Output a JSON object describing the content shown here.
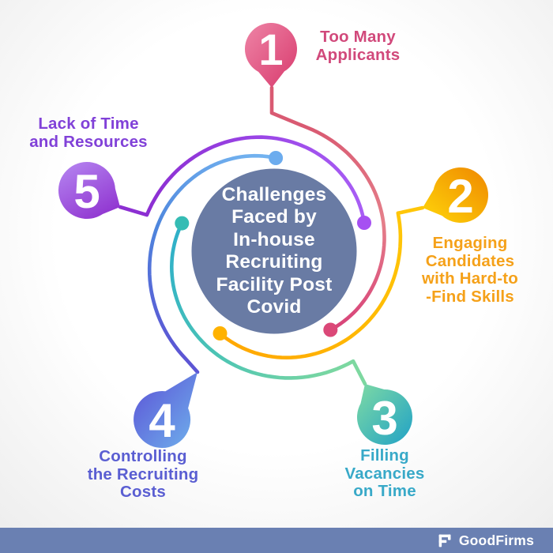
{
  "background": {
    "center_color": "#ffffff",
    "edge_color": "#ececec"
  },
  "center": {
    "color": "#697ba4",
    "title_lines": [
      "Challenges",
      "Faced by",
      "In-house",
      "Recruiting",
      "Facility Post",
      "Covid"
    ]
  },
  "items": [
    {
      "number": "1",
      "label_lines": [
        "Too Many",
        "Applicants"
      ],
      "label_color": "#d1497b",
      "arc_gradient": [
        "#d95a72",
        "#e57f8a",
        "#d84379"
      ],
      "balloon_gradient": [
        "#ee84a6",
        "#d83a6d"
      ],
      "dot_color": "#db4878"
    },
    {
      "number": "2",
      "label_lines": [
        "Engaging",
        "Candidates",
        "with Hard-to",
        "-Find Skills"
      ],
      "label_color": "#f5a119",
      "arc_gradient": [
        "#ffc608",
        "#ffb703",
        "#ffa802"
      ],
      "balloon_gradient": [
        "#ffd60a",
        "#ef8800"
      ],
      "dot_color": "#ffb200"
    },
    {
      "number": "3",
      "label_lines": [
        "Filling",
        "Vacancies",
        "on Time"
      ],
      "label_color": "#38a9c8",
      "arc_gradient": [
        "#7dd8a0",
        "#4cc4b4",
        "#2fb0c9"
      ],
      "balloon_gradient": [
        "#7edaa4",
        "#21a2c6"
      ],
      "dot_color": "#35bcb4"
    },
    {
      "number": "4",
      "label_lines": [
        "Controlling",
        "the Recruiting",
        "Costs"
      ],
      "label_color": "#5a5ed2",
      "arc_gradient": [
        "#5c55d4",
        "#4e86dd",
        "#74b4f0"
      ],
      "balloon_gradient": [
        "#5b50d6",
        "#6fb2ec"
      ],
      "dot_color": "#6cacee"
    },
    {
      "number": "5",
      "label_lines": [
        "Lack of Time",
        "and Resources"
      ],
      "label_color": "#8141d8",
      "arc_gradient": [
        "#8c2fd2",
        "#9a45e6",
        "#a85ef5"
      ],
      "balloon_gradient": [
        "#b381ef",
        "#8f32cf"
      ],
      "dot_color": "#a650f2"
    }
  ],
  "footer": {
    "bar_color": "#6a80b2",
    "brand": "GoodFirms",
    "icon": "goodfirms-logo-icon"
  }
}
